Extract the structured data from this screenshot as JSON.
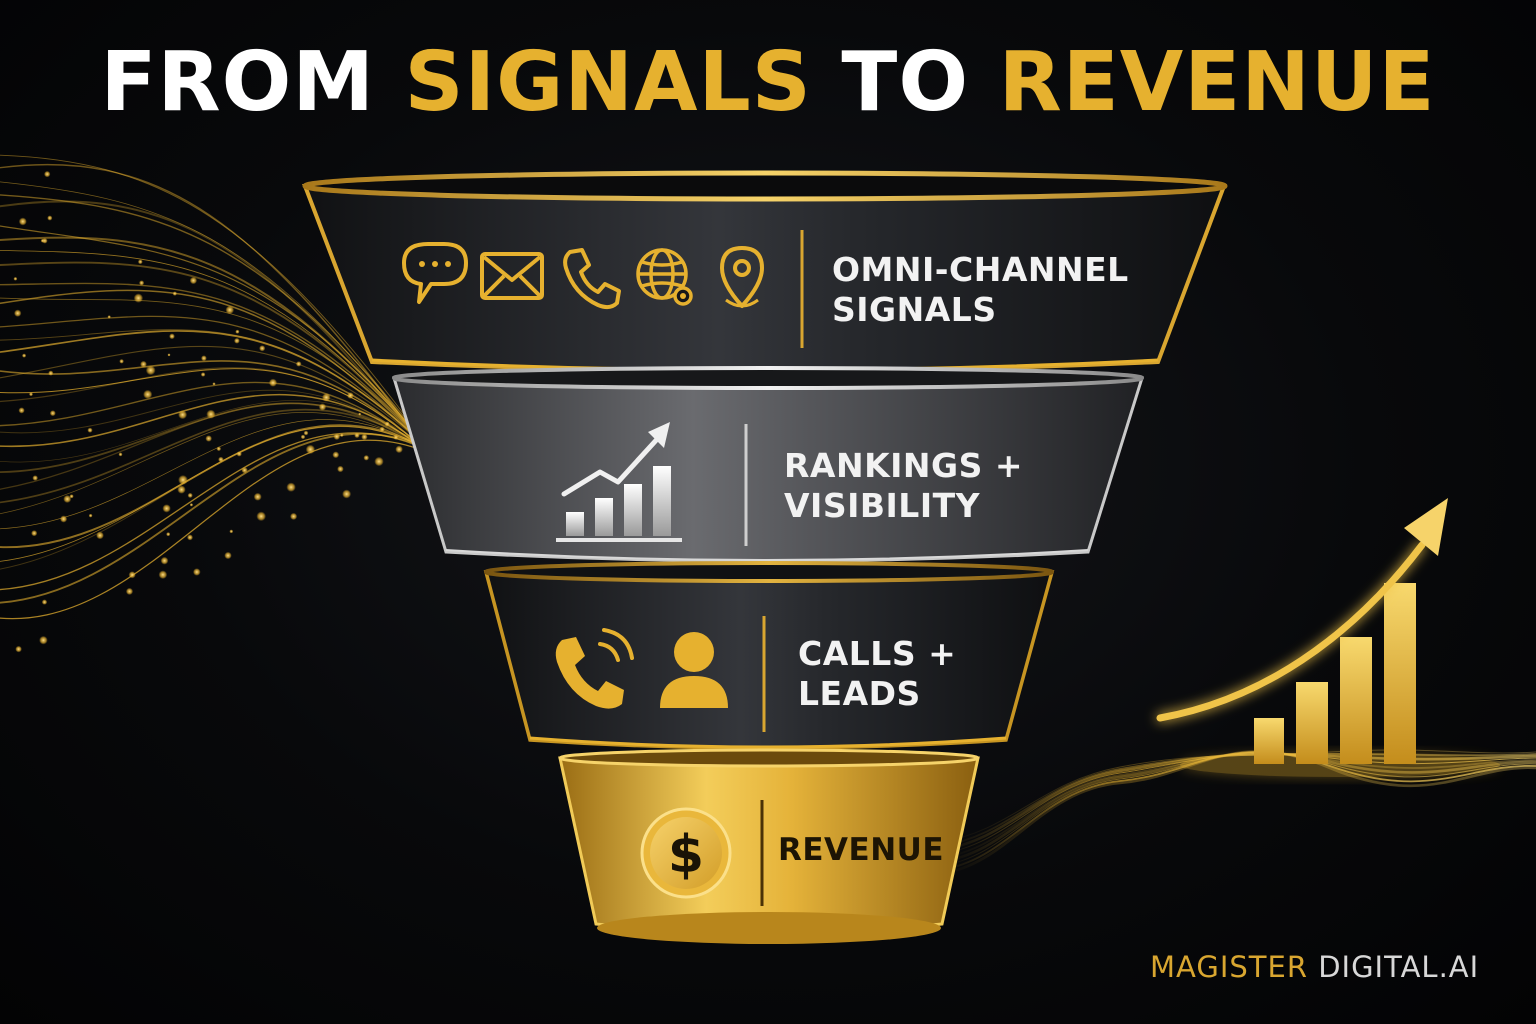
{
  "title": {
    "part1": "FROM",
    "part2": "SIGNALS",
    "part3": "TO",
    "part4": "REVENUE"
  },
  "stages": [
    {
      "line1": "OMNI-CHANNEL",
      "line2": "SIGNALS",
      "icons": [
        "chat-bubble-icon",
        "envelope-icon",
        "phone-icon",
        "globe-gear-icon",
        "location-pin-icon"
      ]
    },
    {
      "line1": "RANKINGS +",
      "line2": "VISIBILITY",
      "icons": [
        "growth-bar-chart-icon"
      ]
    },
    {
      "line1": "CALLS +",
      "line2": "LEADS",
      "icons": [
        "phone-ringing-icon",
        "person-icon"
      ]
    },
    {
      "line1": "REVENUE",
      "icons": [
        "dollar-coin-icon"
      ]
    }
  ],
  "decorations": {
    "left": "particle-stream",
    "right": "growth-bars-with-arrow-icon"
  },
  "brand": {
    "part1": "MAGISTER",
    "part2": "DIGITAL.AI"
  },
  "colors": {
    "gold": "#e6b12f",
    "gold_light": "#f6d36a",
    "gold_dark": "#a8781a",
    "silver": "#cfcfcf",
    "background": "#08090b"
  }
}
